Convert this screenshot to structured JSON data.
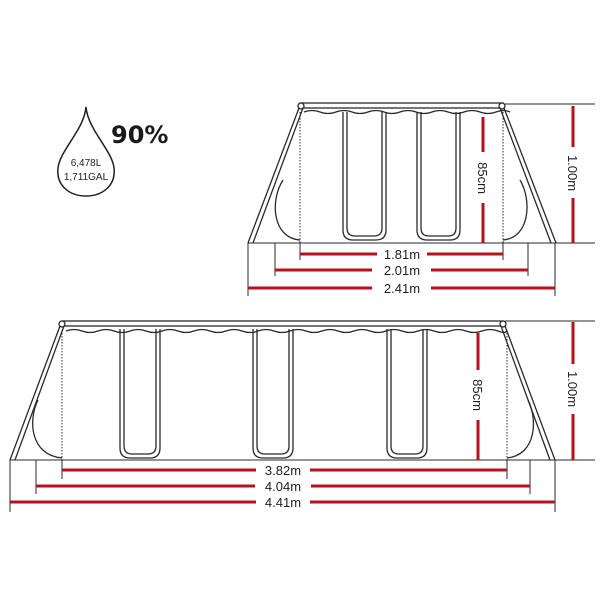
{
  "colors": {
    "dimension": "#b5121b",
    "line": "#2a2a2a"
  },
  "capacity": {
    "icon": "water-drop-icon",
    "percent": "90%",
    "liters": "6,478L",
    "gallons": "1,711GAL"
  },
  "small_pool": {
    "inner_length": "1.81m",
    "mid_length": "2.01m",
    "outer_length": "2.41m",
    "water_height": "85cm",
    "total_height": "1.00m"
  },
  "large_pool": {
    "inner_length": "3.82m",
    "mid_length": "4.04m",
    "outer_length": "4.41m",
    "water_height": "85cm",
    "total_height": "1.00m"
  }
}
